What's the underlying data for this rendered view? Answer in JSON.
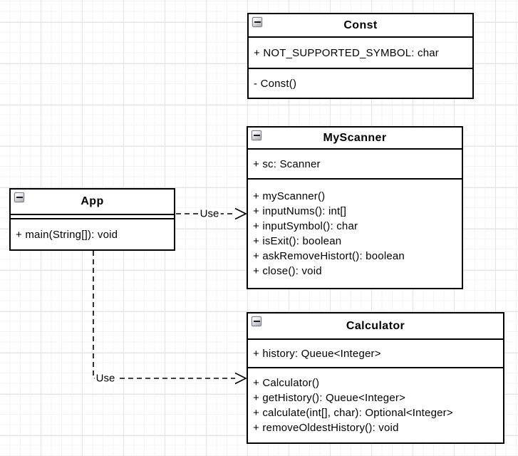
{
  "diagram": {
    "classes": [
      {
        "name": "Const",
        "attributes": [
          "+ NOT_SUPPORTED_SYMBOL: char"
        ],
        "methods": [
          "- Const()"
        ]
      },
      {
        "name": "MyScanner",
        "attributes": [
          "+ sc: Scanner"
        ],
        "methods": [
          "+ myScanner()",
          "+ inputNums(): int[]",
          "+ inputSymbol(): char",
          "+ isExit(): boolean",
          "+ askRemoveHistort(): boolean",
          "+ close(): void"
        ]
      },
      {
        "name": "App",
        "attributes": [],
        "methods": [
          "+ main(String[]): void"
        ]
      },
      {
        "name": "Calculator",
        "attributes": [
          "+ history: Queue<Integer>"
        ],
        "methods": [
          "+ Calculator()",
          "+ getHistory(): Queue<Integer>",
          "+ calculate(int[], char): Optional<Integer>",
          "+ removeOldestHistory(): void"
        ]
      }
    ],
    "connectors": [
      {
        "from": "App",
        "to": "MyScanner",
        "label": "Use",
        "style": "dashed, open arrow"
      },
      {
        "from": "App",
        "to": "Calculator",
        "label": "Use",
        "style": "dashed, open arrow"
      }
    ],
    "colors": {
      "stroke": "#000000",
      "box_fill": "#ffffff",
      "grid_minor": "#f4f3f8",
      "grid_major": "#e4e3e9"
    }
  }
}
